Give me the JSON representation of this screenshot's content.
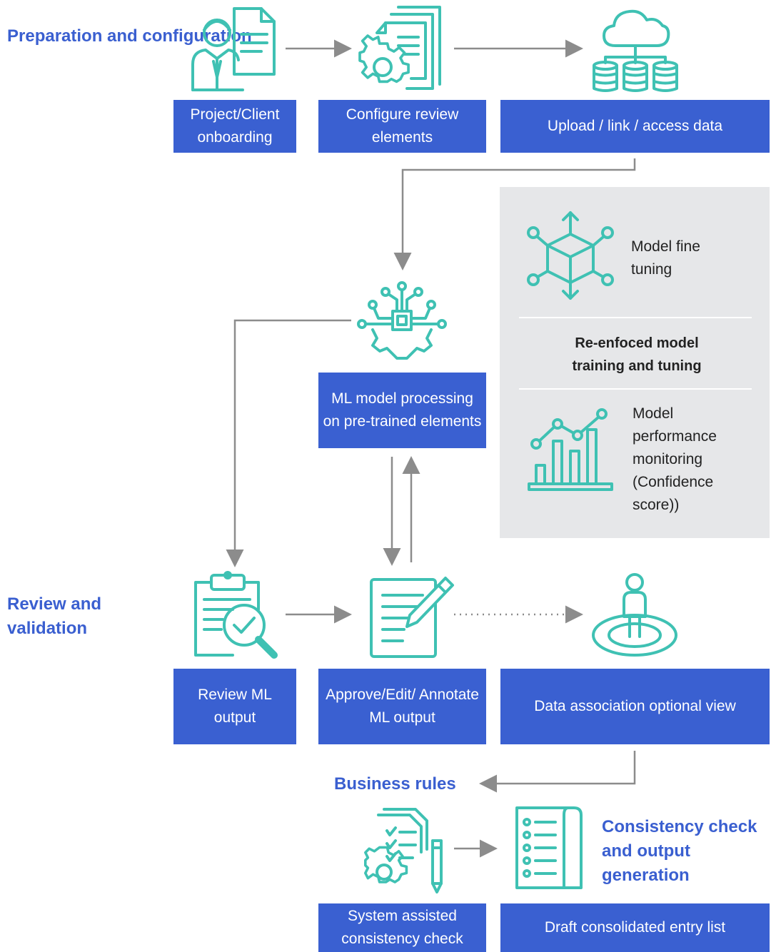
{
  "sections": {
    "preparation": "Preparation and configuration",
    "review": "Review and validation",
    "business_rules": "Business rules",
    "consistency": "Consistency check and output generation"
  },
  "boxes": {
    "onboarding": "Project/Client onboarding",
    "configure": "Configure review elements",
    "upload": "Upload / link / access data",
    "ml_processing": "ML model processing on pre-trained elements",
    "review_output": "Review ML output",
    "approve": "Approve/Edit/ Annotate ML output",
    "data_association": "Data association optional view",
    "system_check": "System assisted consistency check",
    "draft_list": "Draft consolidated entry list"
  },
  "panel": {
    "fine_tuning": "Model fine tuning",
    "reinforced": "Re-enfoced model training and tuning",
    "monitoring": "Model performance monitoring (Confidence score))"
  },
  "colors": {
    "accent_blue": "#3a60d1",
    "icon_teal": "#3fc1b3",
    "arrow_gray": "#8c8c8c",
    "panel_gray": "#e6e7e9"
  },
  "icons": [
    "person-document-icon",
    "gear-documents-icon",
    "cloud-database-icon",
    "ai-chip-gear-icon",
    "cube-network-icon",
    "bar-line-chart-icon",
    "clipboard-check-icon",
    "document-pencil-icon",
    "person-target-icon",
    "checklist-gear-icon",
    "list-document-icon"
  ]
}
